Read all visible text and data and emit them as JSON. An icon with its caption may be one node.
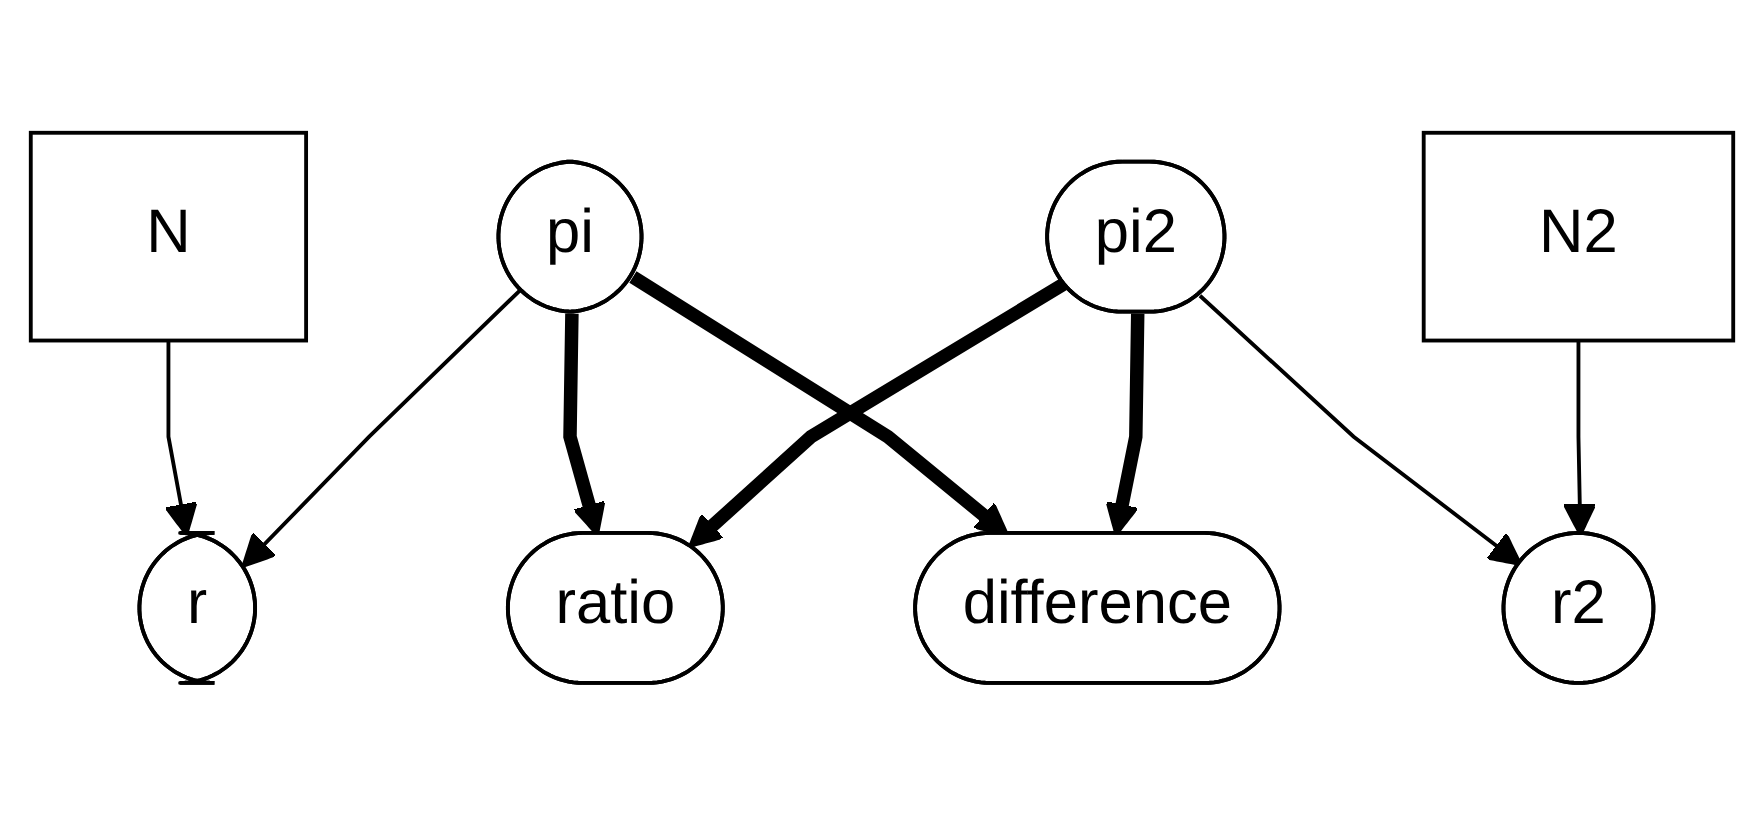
{
  "diagram": {
    "nodes": [
      {
        "text": [
          "N"
        ]
      },
      {
        "text": [
          "pi"
        ]
      },
      {
        "text": [
          "pi2"
        ]
      },
      {
        "text": [
          "N2"
        ]
      },
      {
        "text": [
          "r"
        ]
      },
      {
        "text": [
          "ratio"
        ]
      },
      {
        "text": [
          "r2"
        ]
      },
      {
        "text": [
          "difference"
        ]
      }
    ],
    "edges": [
      {
        "from": 0,
        "to": 4,
        "arrow": "to"
      },
      {
        "from": 1,
        "to": 4,
        "arrow": "to"
      },
      {
        "from": 1,
        "to": 5,
        "arrow": "to",
        "style": "thick"
      },
      {
        "from": 1,
        "to": 7,
        "arrow": "to",
        "style": "thick"
      },
      {
        "from": 2,
        "to": 5,
        "arrow": "to",
        "style": "thick"
      },
      {
        "from": 2,
        "to": 7,
        "arrow": "to",
        "style": "thick"
      },
      {
        "from": 2,
        "to": 6,
        "arrow": "to"
      },
      {
        "from": 3,
        "to": 6,
        "arrow": "to"
      }
    ]
  }
}
